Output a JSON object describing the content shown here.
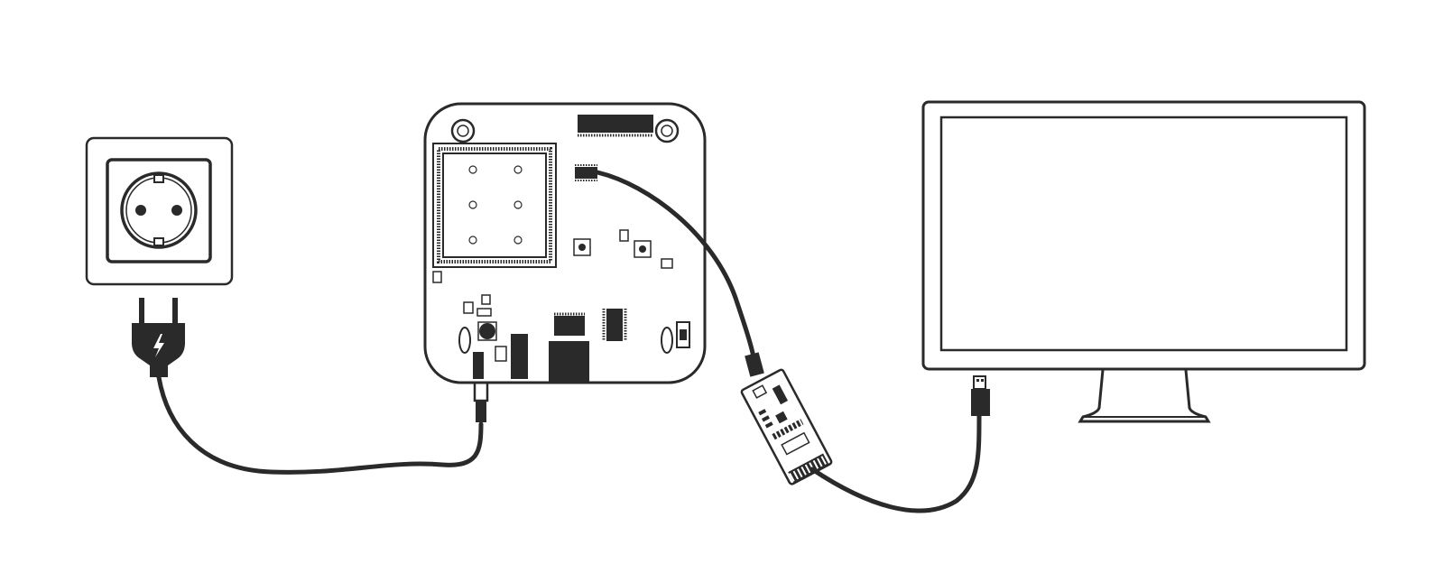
{
  "diagram": {
    "nodes": [
      {
        "id": "wall-socket",
        "kind": "power outlet"
      },
      {
        "id": "power-plug",
        "kind": "EU power plug with lightning symbol"
      },
      {
        "id": "dev-board",
        "kind": "circuit board"
      },
      {
        "id": "usb-adapter",
        "kind": "serial adapter module"
      },
      {
        "id": "monitor",
        "kind": "computer monitor"
      }
    ],
    "connections": [
      {
        "from": "power-plug",
        "to": "dev-board",
        "kind": "power cable"
      },
      {
        "from": "dev-board",
        "to": "usb-adapter",
        "kind": "ribbon / serial cable"
      },
      {
        "from": "usb-adapter",
        "to": "monitor",
        "kind": "USB cable"
      }
    ],
    "colors": {
      "ink": "#2a2a2a",
      "background": "#ffffff"
    }
  }
}
